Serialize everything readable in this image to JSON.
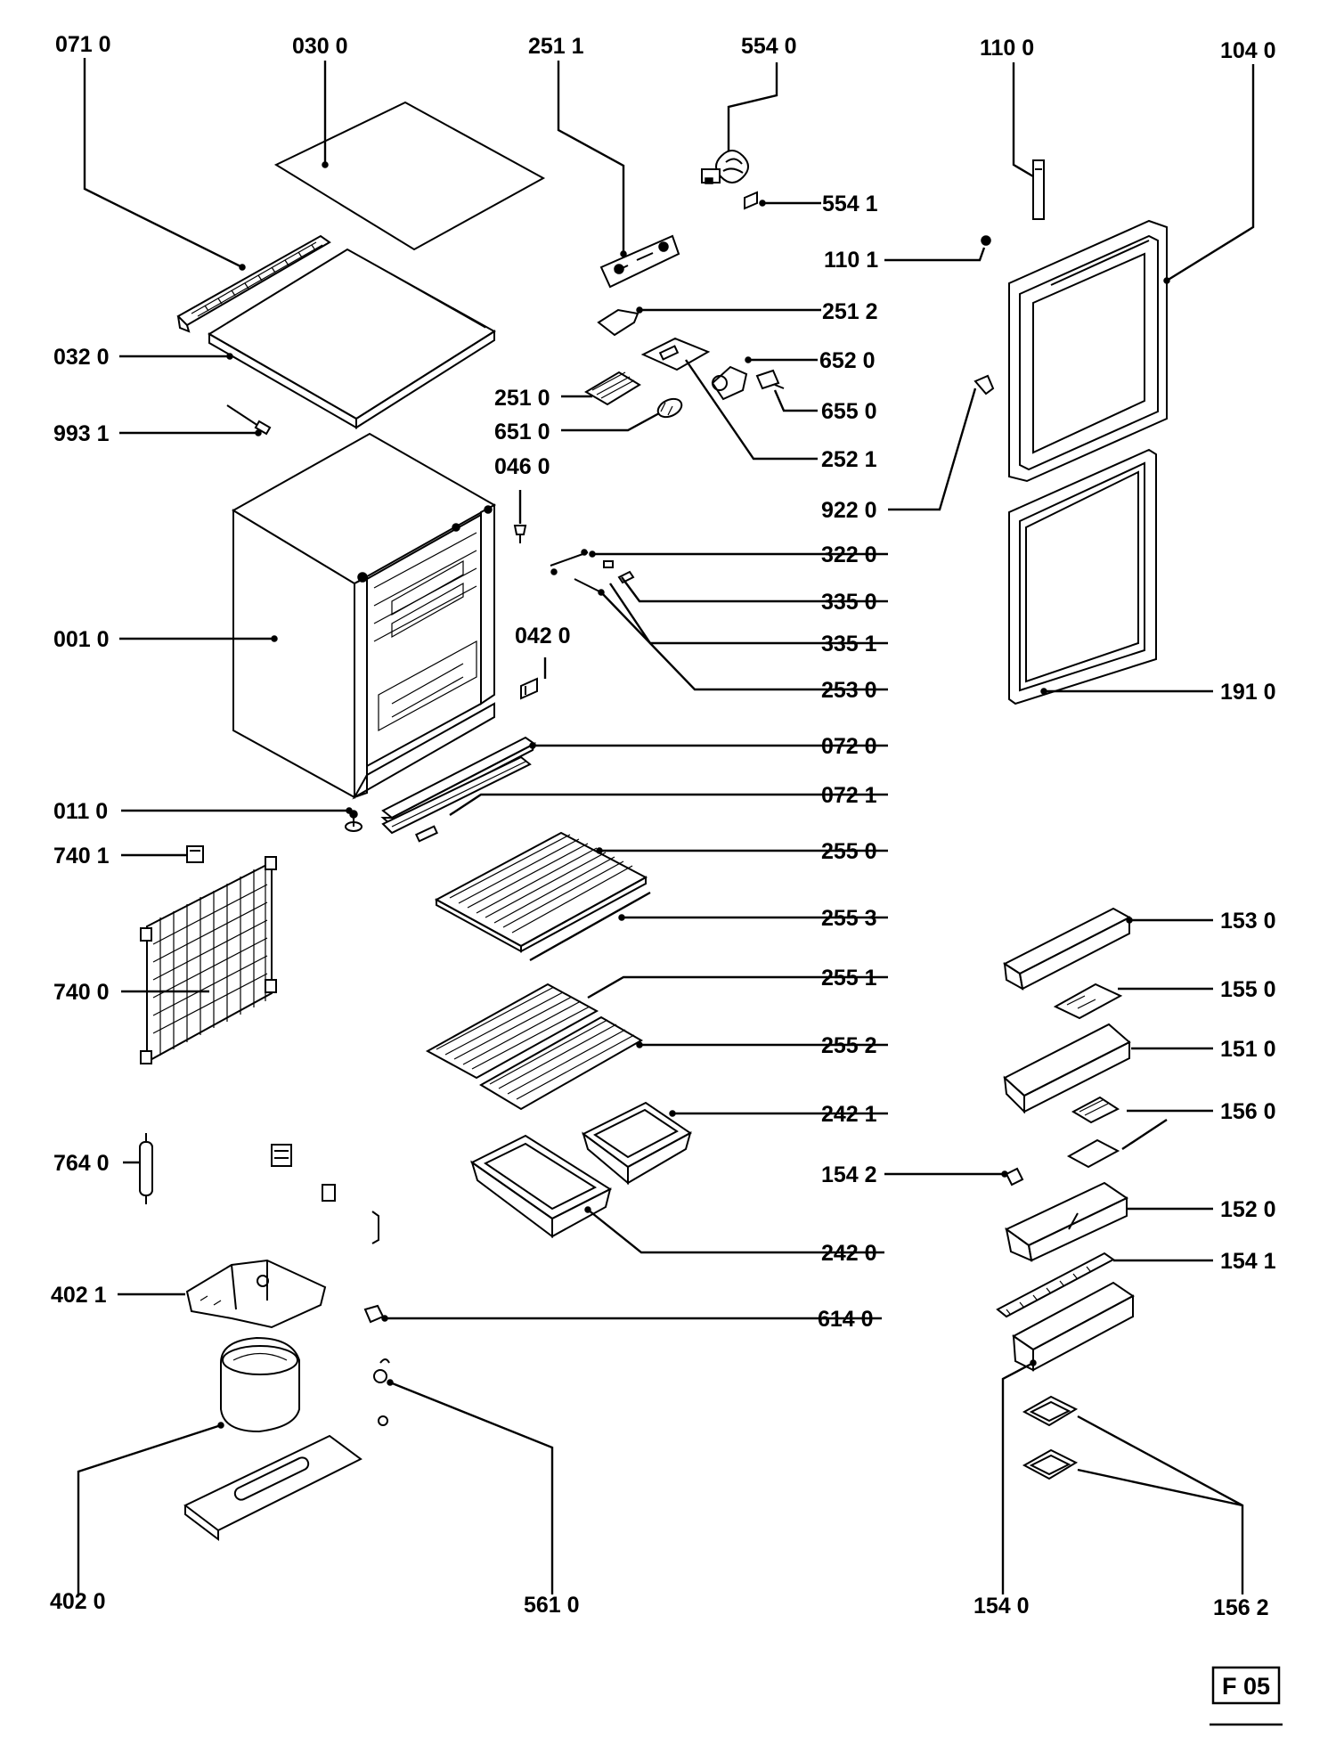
{
  "labels": {
    "p0710": "071 0",
    "p0300": "030 0",
    "p2511": "251 1",
    "p5540": "554 0",
    "p1100": "110 0",
    "p1040": "104 0",
    "p5541": "554 1",
    "p1101": "110 1",
    "p2512": "251 2",
    "p0320": "032 0",
    "p6520": "652 0",
    "p2510": "251 0",
    "p6510": "651 0",
    "p6550": "655 0",
    "p9931": "993 1",
    "p2521": "252 1",
    "p0460": "046 0",
    "p9220": "922 0",
    "p3220": "322 0",
    "p3350": "335 0",
    "p0010": "001 0",
    "p3351": "335 1",
    "p0420": "042 0",
    "p2530": "253 0",
    "p1910": "191 0",
    "p0720": "072 0",
    "p0721": "072 1",
    "p0110": "011 0",
    "p7401": "740 1",
    "p2550": "255 0",
    "p2553": "255 3",
    "p1530": "153 0",
    "p2551": "255 1",
    "p7400": "740 0",
    "p1550": "155 0",
    "p2552": "255 2",
    "p1510": "151 0",
    "p2421": "242 1",
    "p1560": "156 0",
    "p7640": "764 0",
    "p1542": "154 2",
    "p1520": "152 0",
    "p2420": "242 0",
    "p4021": "402 1",
    "p1541": "154 1",
    "p6140": "614 0",
    "p4020": "402 0",
    "p5610": "561 0",
    "p1540": "154 0",
    "p1562": "156 2"
  },
  "frame": {
    "label": "F 05"
  }
}
